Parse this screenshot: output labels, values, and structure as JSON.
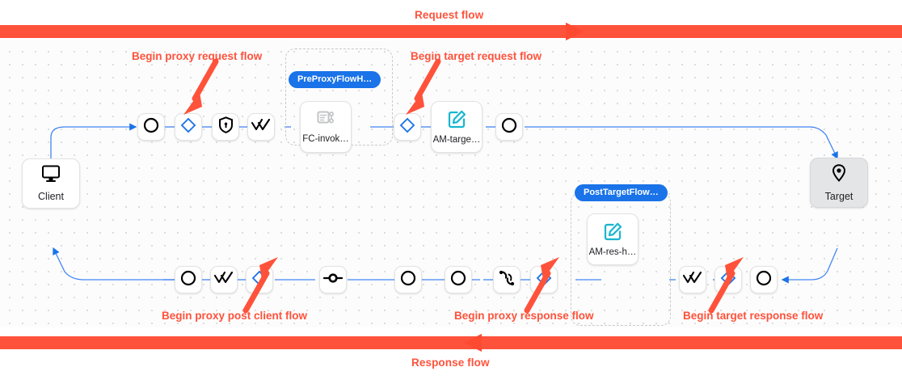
{
  "diagram": {
    "title_top": "Request flow",
    "title_bottom": "Response flow",
    "accent_color": "#ff523b",
    "wire_color": "#4285f4",
    "badge_color": "#1a73e8",
    "icon_teal": "#18b6cf"
  },
  "bands": {
    "top": {
      "label": "Request flow",
      "direction": "right"
    },
    "bottom": {
      "label": "Response flow",
      "direction": "left"
    }
  },
  "annotations": [
    {
      "id": "begin-proxy-request-flow",
      "label": "Begin proxy request flow"
    },
    {
      "id": "begin-target-request-flow",
      "label": "Begin target request flow"
    },
    {
      "id": "begin-proxy-post-client-flow",
      "label": "Begin proxy post client flow"
    },
    {
      "id": "begin-proxy-response-flow",
      "label": "Begin proxy response flow"
    },
    {
      "id": "begin-target-response-flow",
      "label": "Begin target response flow"
    }
  ],
  "endpoints": {
    "client": {
      "label": "Client",
      "icon": "monitor-icon"
    },
    "target": {
      "label": "Target",
      "icon": "location-pin-icon"
    }
  },
  "groups": [
    {
      "id": "pre-proxy-flow-hook",
      "label": "PreProxyFlowH…"
    },
    {
      "id": "post-target-flow-hook",
      "label": "PostTargetFlow…"
    }
  ],
  "request_row": [
    {
      "id": "req-start-circle",
      "icon": "circle-icon",
      "label": ""
    },
    {
      "id": "req-diamond-1",
      "icon": "diamond-icon",
      "label": ""
    },
    {
      "id": "req-shield",
      "icon": "shield-lock-icon",
      "label": ""
    },
    {
      "id": "req-checks-1",
      "icon": "double-check-icon",
      "label": ""
    },
    {
      "id": "req-fc-invoke",
      "icon": "flow-callout-icon",
      "label": "FC-invok…"
    },
    {
      "id": "req-diamond-2",
      "icon": "diamond-icon",
      "label": ""
    },
    {
      "id": "req-am-target",
      "icon": "pencil-square-icon",
      "label": "AM-targe…"
    },
    {
      "id": "req-end-circle",
      "icon": "circle-icon",
      "label": ""
    }
  ],
  "response_row": [
    {
      "id": "res-circle-1",
      "icon": "circle-icon",
      "label": ""
    },
    {
      "id": "res-checks-1",
      "icon": "double-check-icon",
      "label": ""
    },
    {
      "id": "res-diamond-1",
      "icon": "diamond-icon",
      "label": ""
    },
    {
      "id": "res-connector",
      "icon": "connector-dot-icon",
      "label": ""
    },
    {
      "id": "res-circle-2",
      "icon": "circle-icon",
      "label": ""
    },
    {
      "id": "res-circle-3",
      "icon": "circle-icon",
      "label": ""
    },
    {
      "id": "res-signal",
      "icon": "signal-response-icon",
      "label": ""
    },
    {
      "id": "res-diamond-2",
      "icon": "diamond-icon",
      "label": ""
    },
    {
      "id": "res-am-res",
      "icon": "pencil-square-icon",
      "label": "AM-res-h…"
    },
    {
      "id": "res-checks-2",
      "icon": "double-check-icon",
      "label": ""
    },
    {
      "id": "res-diamond-3",
      "icon": "diamond-icon",
      "label": ""
    },
    {
      "id": "res-circle-4",
      "icon": "circle-icon",
      "label": ""
    }
  ]
}
